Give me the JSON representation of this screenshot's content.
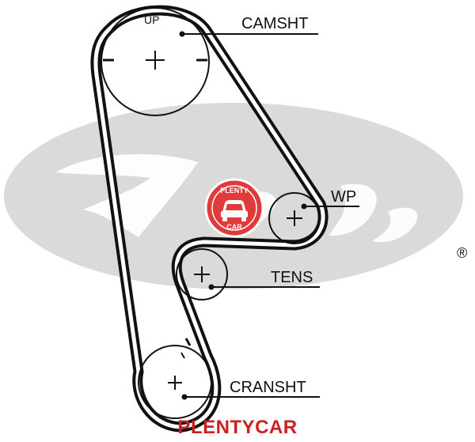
{
  "diagram": {
    "labels": {
      "camshaft": "CAMSHT",
      "water_pump": "WP",
      "tensioner": "TENS",
      "crankshaft": "CRANSHT",
      "up_mark": "UP"
    },
    "watermark": {
      "brand": "Gates",
      "registered_mark": "®"
    },
    "badge": {
      "top_text": "PLENTY",
      "bottom_text": "CAR"
    },
    "footer_text": "PLENTYCAR",
    "colors": {
      "belt": "#111111",
      "watermark": "#d9d9d9",
      "badge_red": "#e03a3a",
      "footer_red": "#cc1f1f"
    }
  }
}
